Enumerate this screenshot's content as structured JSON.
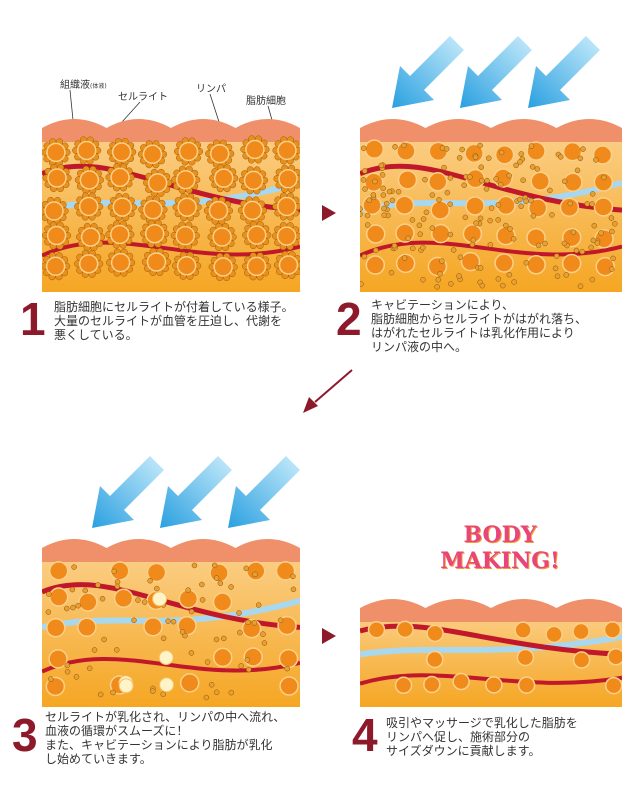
{
  "labels": {
    "interstitial": "組織液",
    "interstitial_note": "(体液)",
    "cellulite": "セルライト",
    "lymph": "リンパ",
    "fat_cell": "脂肪細胞"
  },
  "steps": [
    {
      "number": "1",
      "caption": "脂肪細胞にセルライトが付着している様子。\n大量のセルライトが血管を圧迫し、代謝を\n悪くしている。"
    },
    {
      "number": "2",
      "caption": "キャビテーションにより、\n脂肪細胞からセルライトがはがれ落ち、\nはがれたセルライトは乳化作用により\nリンパ液の中へ。"
    },
    {
      "number": "3",
      "caption": "セルライトが乳化され、リンパの中へ流れ、\n血液の循環がスムーズに！\nまた、キャビテーションにより脂肪が乳化\nし始めていきます。"
    },
    {
      "number": "4",
      "caption": "吸引やマッサージで乳化した脂肪を\nリンパへ促し、施術部分の\nサイズダウンに貢献します。"
    }
  ],
  "headline": {
    "line1": "BODY",
    "line2": "MAKING!"
  },
  "colors": {
    "skin": "#f0906a",
    "tissue": "#f7b860",
    "fat": "#f08a1a",
    "vessel": "#c0182a",
    "lymph": "#a8d8f0",
    "arrow_blue": "#2aa0e0",
    "arrow_red": "#8c1a2b"
  }
}
